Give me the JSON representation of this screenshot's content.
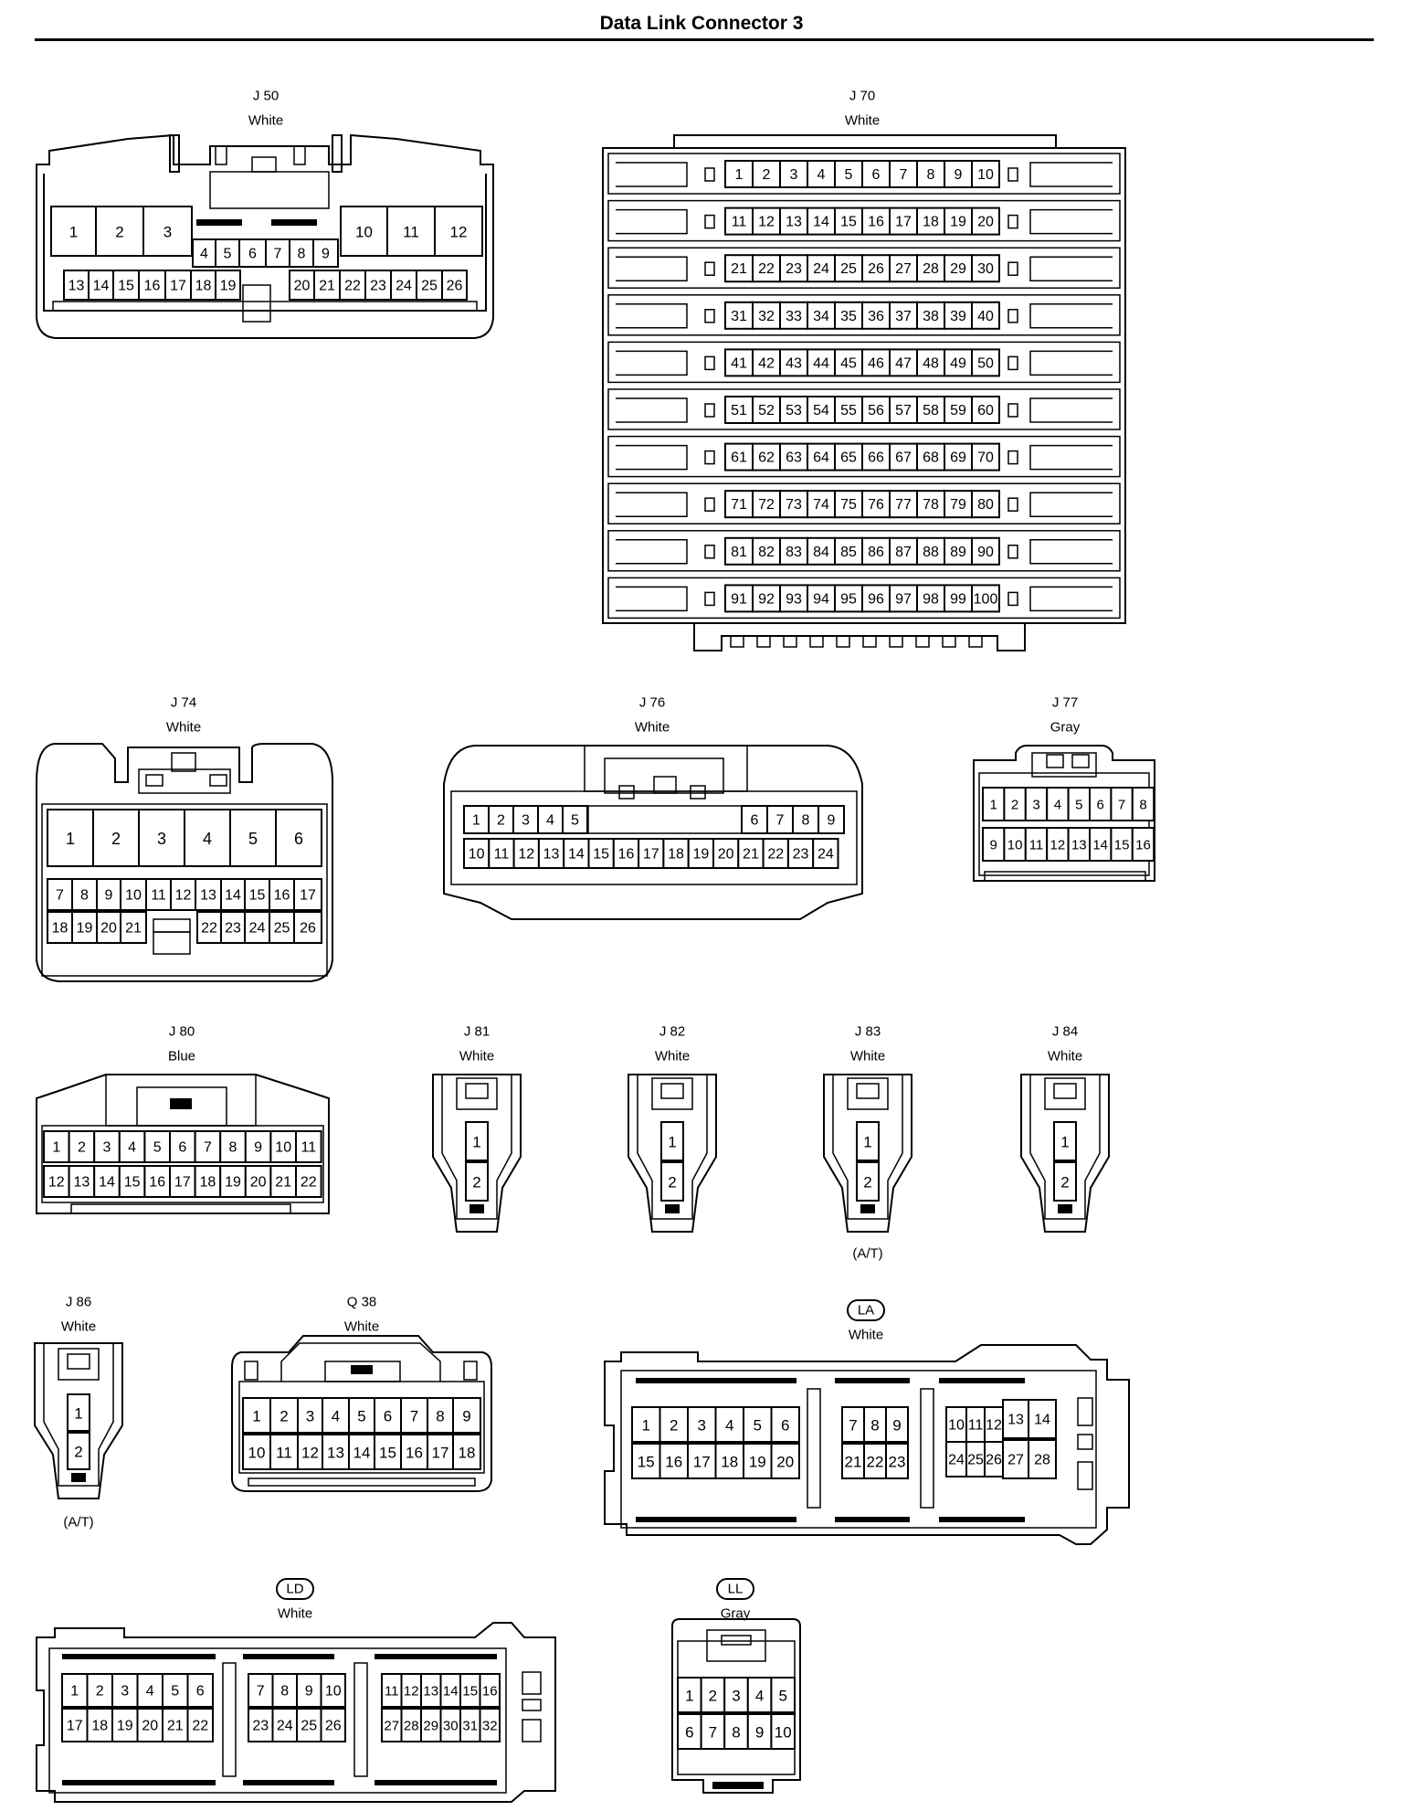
{
  "title": "Data Link Connector 3",
  "connectors": [
    {
      "id": "J 50",
      "color": "White",
      "rows": [
        [
          "1",
          "2",
          "3",
          "10",
          "11",
          "12"
        ],
        [
          "4",
          "5",
          "6",
          "7",
          "8",
          "9"
        ],
        [
          "13",
          "14",
          "15",
          "16",
          "17",
          "18",
          "19",
          "20",
          "21",
          "22",
          "23",
          "24",
          "25",
          "26"
        ]
      ]
    },
    {
      "id": "J 70",
      "color": "White",
      "rows": [
        [
          "1",
          "2",
          "3",
          "4",
          "5",
          "6",
          "7",
          "8",
          "9",
          "10"
        ],
        [
          "11",
          "12",
          "13",
          "14",
          "15",
          "16",
          "17",
          "18",
          "19",
          "20"
        ],
        [
          "21",
          "22",
          "23",
          "24",
          "25",
          "26",
          "27",
          "28",
          "29",
          "30"
        ],
        [
          "31",
          "32",
          "33",
          "34",
          "35",
          "36",
          "37",
          "38",
          "39",
          "40"
        ],
        [
          "41",
          "42",
          "43",
          "44",
          "45",
          "46",
          "47",
          "48",
          "49",
          "50"
        ],
        [
          "51",
          "52",
          "53",
          "54",
          "55",
          "56",
          "57",
          "58",
          "59",
          "60"
        ],
        [
          "61",
          "62",
          "63",
          "64",
          "65",
          "66",
          "67",
          "68",
          "69",
          "70"
        ],
        [
          "71",
          "72",
          "73",
          "74",
          "75",
          "76",
          "77",
          "78",
          "79",
          "80"
        ],
        [
          "81",
          "82",
          "83",
          "84",
          "85",
          "86",
          "87",
          "88",
          "89",
          "90"
        ],
        [
          "91",
          "92",
          "93",
          "94",
          "95",
          "96",
          "97",
          "98",
          "99",
          "100"
        ]
      ]
    },
    {
      "id": "J 74",
      "color": "White",
      "rows": [
        [
          "1",
          "2",
          "3",
          "4",
          "5",
          "6"
        ],
        [
          "7",
          "8",
          "9",
          "10",
          "11",
          "12",
          "13",
          "14",
          "15",
          "16",
          "17"
        ],
        [
          "18",
          "19",
          "20",
          "21",
          "22",
          "23",
          "24",
          "25",
          "26"
        ]
      ]
    },
    {
      "id": "J 76",
      "color": "White",
      "rows": [
        [
          "1",
          "2",
          "3",
          "4",
          "5",
          "6",
          "7",
          "8",
          "9"
        ],
        [
          "10",
          "11",
          "12",
          "13",
          "14",
          "15",
          "16",
          "17",
          "18",
          "19",
          "20",
          "21",
          "22",
          "23",
          "24"
        ]
      ]
    },
    {
      "id": "J 77",
      "color": "Gray",
      "rows": [
        [
          "1",
          "2",
          "3",
          "4",
          "5",
          "6",
          "7",
          "8"
        ],
        [
          "9",
          "10",
          "11",
          "12",
          "13",
          "14",
          "15",
          "16"
        ]
      ]
    },
    {
      "id": "J 80",
      "color": "Blue",
      "rows": [
        [
          "1",
          "2",
          "3",
          "4",
          "5",
          "6",
          "7",
          "8",
          "9",
          "10",
          "11"
        ],
        [
          "12",
          "13",
          "14",
          "15",
          "16",
          "17",
          "18",
          "19",
          "20",
          "21",
          "22"
        ]
      ]
    },
    {
      "id": "J 81",
      "color": "White",
      "rows": [
        [
          "1"
        ],
        [
          "2"
        ]
      ]
    },
    {
      "id": "J 82",
      "color": "White",
      "rows": [
        [
          "1"
        ],
        [
          "2"
        ]
      ]
    },
    {
      "id": "J 83",
      "color": "White",
      "rows": [
        [
          "1"
        ],
        [
          "2"
        ]
      ],
      "note": "(A/T)"
    },
    {
      "id": "J 84",
      "color": "White",
      "rows": [
        [
          "1"
        ],
        [
          "2"
        ]
      ]
    },
    {
      "id": "J 86",
      "color": "White",
      "rows": [
        [
          "1"
        ],
        [
          "2"
        ]
      ],
      "note": "(A/T)"
    },
    {
      "id": "Q 38",
      "color": "White",
      "rows": [
        [
          "1",
          "2",
          "3",
          "4",
          "5",
          "6",
          "7",
          "8",
          "9"
        ],
        [
          "10",
          "11",
          "12",
          "13",
          "14",
          "15",
          "16",
          "17",
          "18"
        ]
      ]
    },
    {
      "id": "LA",
      "color": "White",
      "rows": [
        [
          "1",
          "2",
          "3",
          "4",
          "5",
          "6",
          "7",
          "8",
          "9",
          "10",
          "11",
          "12",
          "13",
          "14"
        ],
        [
          "15",
          "16",
          "17",
          "18",
          "19",
          "20",
          "21",
          "22",
          "23",
          "24",
          "25",
          "26",
          "27",
          "28"
        ]
      ]
    },
    {
      "id": "LD",
      "color": "White",
      "rows": [
        [
          "1",
          "2",
          "3",
          "4",
          "5",
          "6",
          "7",
          "8",
          "9",
          "10",
          "11",
          "12",
          "13",
          "14",
          "15",
          "16"
        ],
        [
          "17",
          "18",
          "19",
          "20",
          "21",
          "22",
          "23",
          "24",
          "25",
          "26",
          "27",
          "28",
          "29",
          "30",
          "31",
          "32"
        ]
      ]
    },
    {
      "id": "LL",
      "color": "Gray",
      "rows": [
        [
          "1",
          "2",
          "3",
          "4",
          "5"
        ],
        [
          "6",
          "7",
          "8",
          "9",
          "10"
        ]
      ]
    }
  ]
}
